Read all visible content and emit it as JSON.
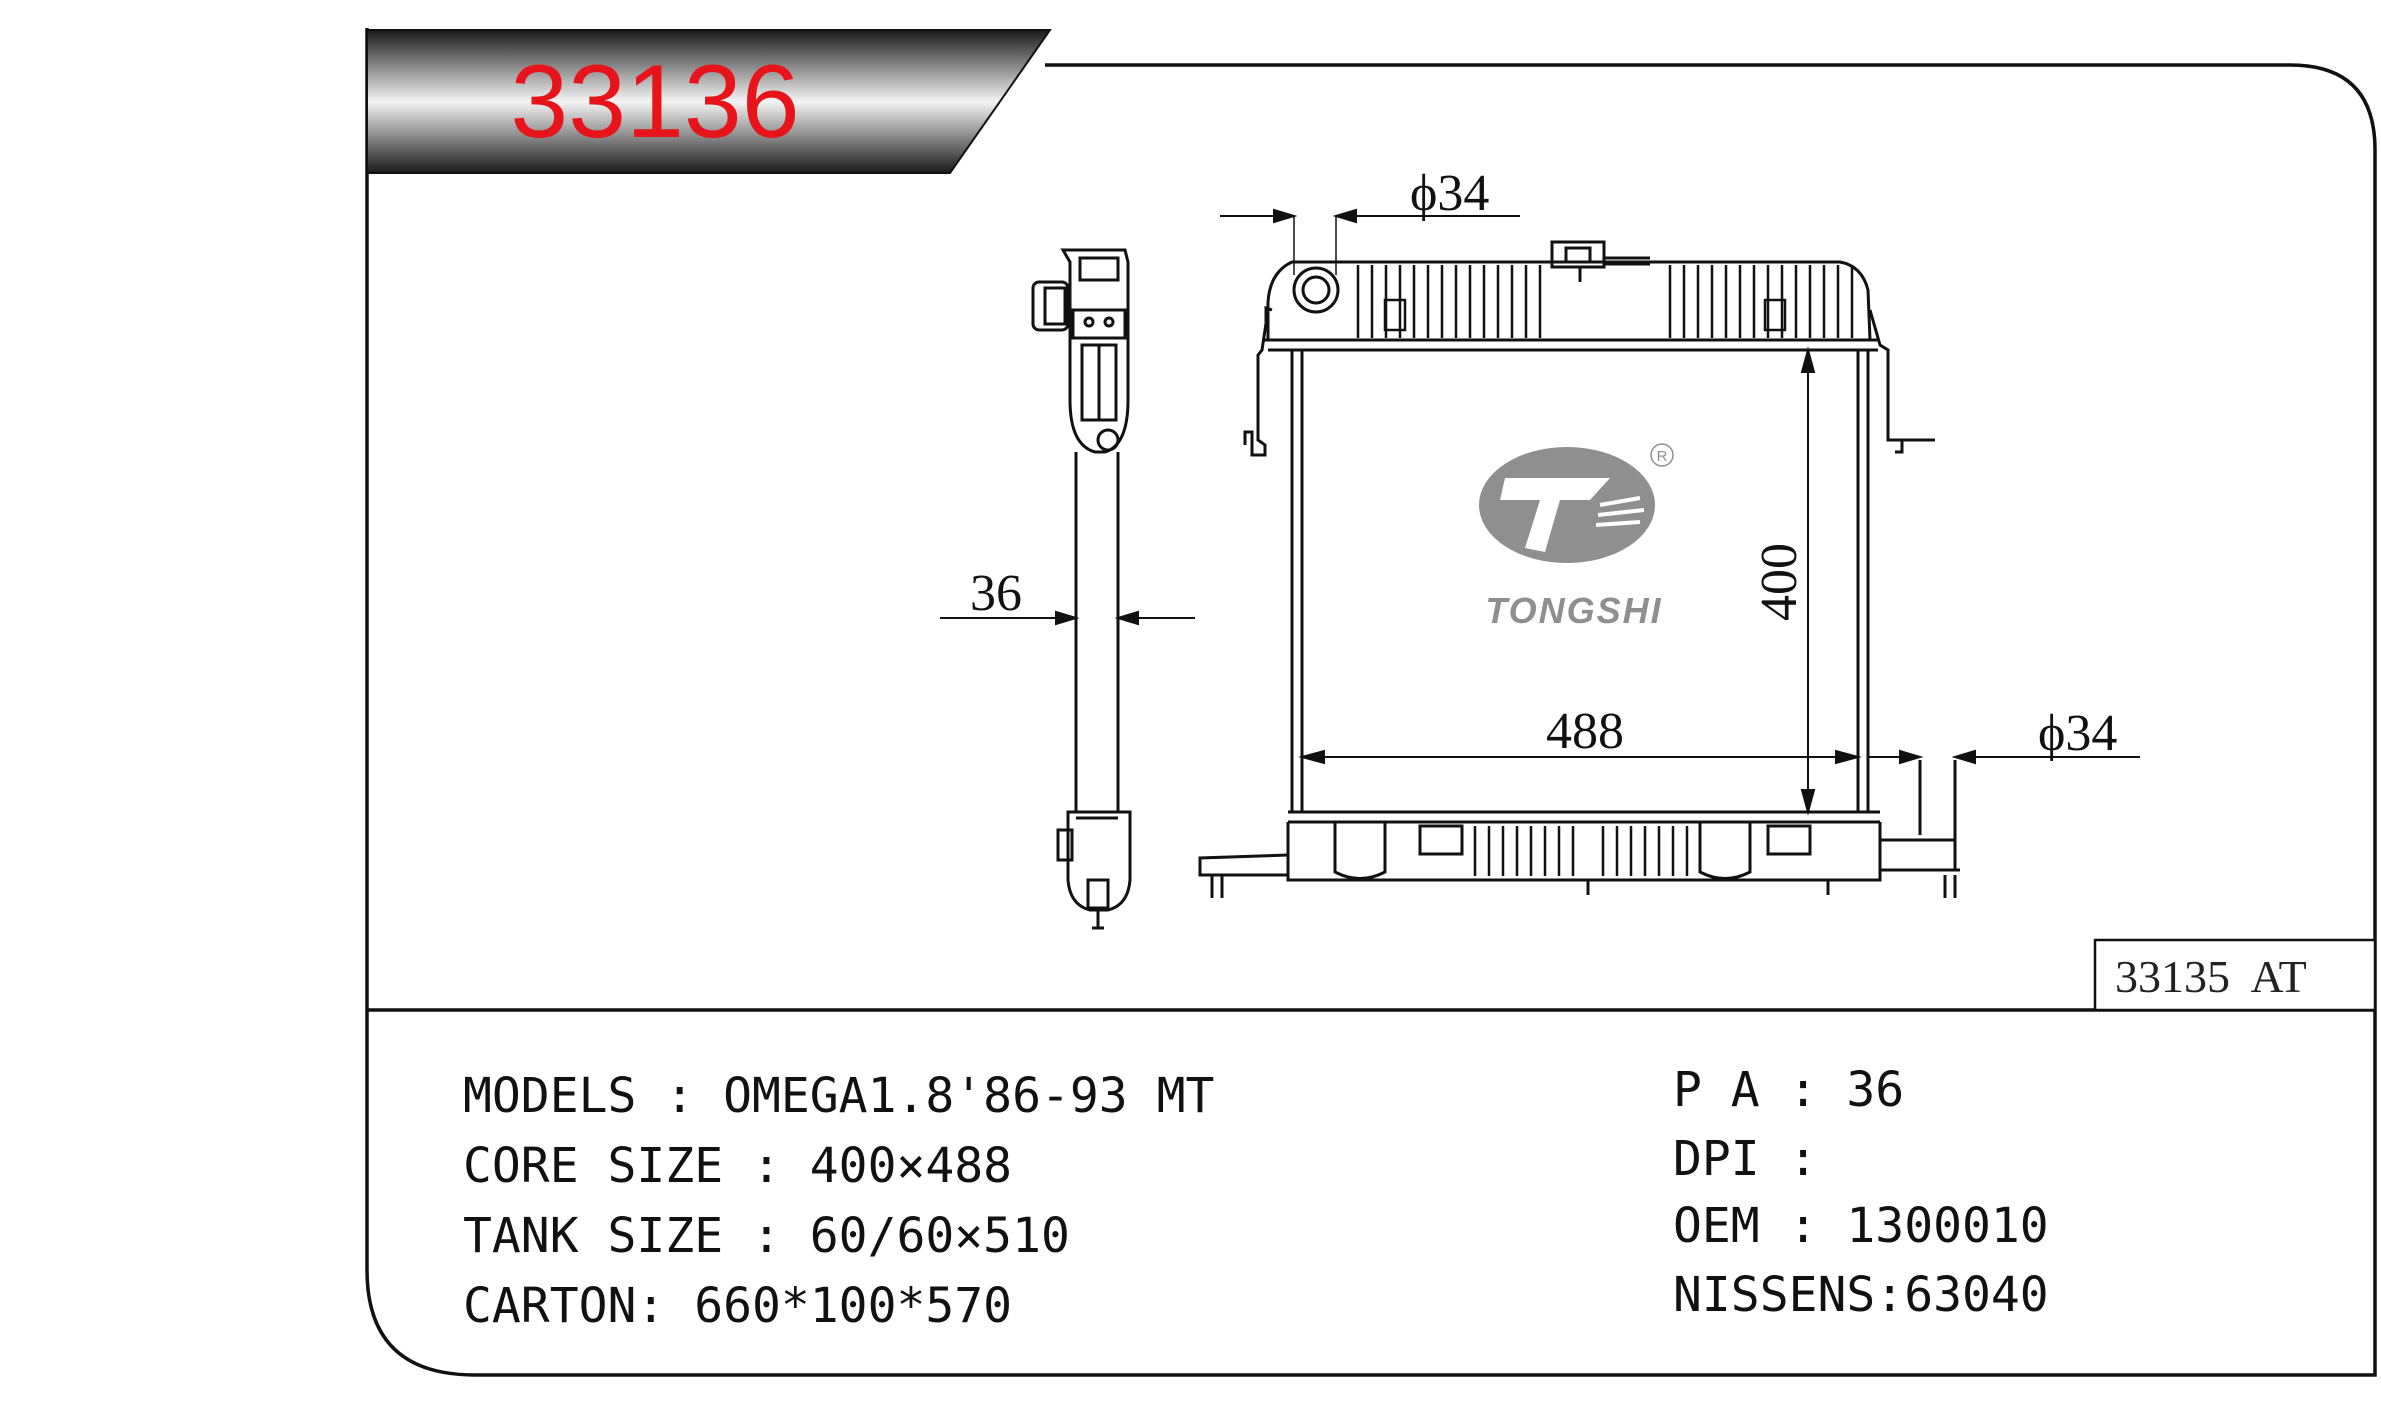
{
  "part_number": "33136",
  "variant_label": "33135  AT",
  "brand": {
    "name": "TONGSHI",
    "registered_mark": "R"
  },
  "dimensions": {
    "inlet_diameter": "ϕ34",
    "outlet_diameter": "ϕ34",
    "core_height": "400",
    "core_width": "488",
    "core_thickness": "36"
  },
  "specs_left": [
    {
      "text": "MODELS : OMEGA1.8'86-93 MT"
    },
    {
      "text": "CORE SIZE : 400×488"
    },
    {
      "text": "TANK SIZE : 60/60×510"
    },
    {
      "text": "CARTON: 660*100*570"
    }
  ],
  "specs_right": [
    {
      "text": "P A : 36"
    },
    {
      "text": "DPI :"
    },
    {
      "text": "OEM : 1300010"
    },
    {
      "text": "NISSENS:63040"
    }
  ],
  "colors": {
    "part_number": "#e8141b",
    "outline": "#111111",
    "logo_gray": "#8f8f8f"
  }
}
